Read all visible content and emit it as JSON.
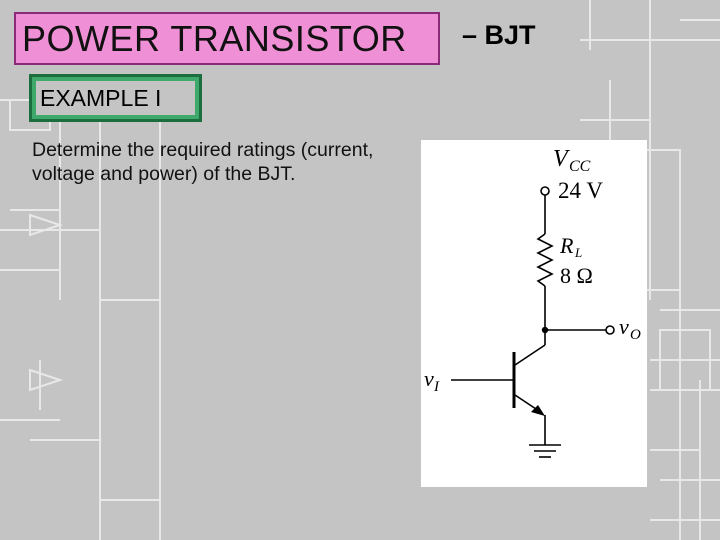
{
  "slide": {
    "title": "POWER TRANSISTOR",
    "title_suffix": "– BJT",
    "example_label": "EXAMPLE I",
    "body": "Determine the required ratings (current, voltage and power) of the BJT."
  },
  "circuit": {
    "vcc_label": "V",
    "vcc_sub": "CC",
    "vcc_value": "24 V",
    "resistor_label": "R",
    "resistor_sub": "L",
    "resistor_value": "8 Ω",
    "output_label": "v",
    "output_sub": "O",
    "input_label": "v",
    "input_sub": "I"
  },
  "colors": {
    "background": "#c4c4c4",
    "title_fill": "#ef8fd6",
    "title_border": "#8a2a78",
    "example_border": "#3ea96a"
  }
}
